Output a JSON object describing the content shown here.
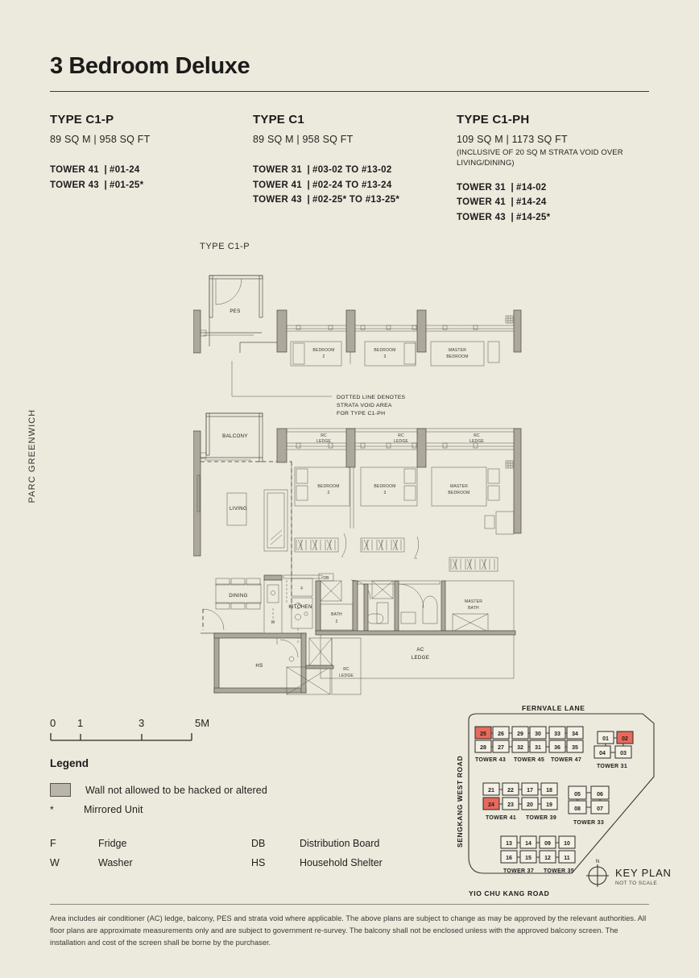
{
  "page": {
    "title": "3 Bedroom Deluxe",
    "side_label": "PARC GREENWICH",
    "bg_color": "#ece9dd",
    "accent_color": "#e8695c"
  },
  "types": [
    {
      "name": "TYPE C1-P",
      "area": "89 SQ M | 958 SQ FT",
      "note": "",
      "units": [
        {
          "tower": "TOWER 41",
          "unit": "#01-24"
        },
        {
          "tower": "TOWER 43",
          "unit": "#01-25*"
        }
      ]
    },
    {
      "name": "TYPE C1",
      "area": "89 SQ M | 958 SQ FT",
      "note": "",
      "units": [
        {
          "tower": "TOWER 31",
          "unit": "#03-02 TO #13-02"
        },
        {
          "tower": "TOWER 41",
          "unit": "#02-24 TO #13-24"
        },
        {
          "tower": "TOWER 43",
          "unit": "#02-25* TO #13-25*"
        }
      ]
    },
    {
      "name": "TYPE C1-PH",
      "area": "109 SQ M | 1173 SQ FT",
      "note": "(INCLUSIVE OF 20 SQ M STRATA VOID OVER LIVING/DINING)",
      "units": [
        {
          "tower": "TOWER 31",
          "unit": "#14-02"
        },
        {
          "tower": "TOWER 41",
          "unit": "#14-24"
        },
        {
          "tower": "TOWER 43",
          "unit": "#14-25*"
        }
      ]
    }
  ],
  "plan": {
    "upper_label": "TYPE C1-P",
    "callout": "DOTTED LINE DENOTES STRATA VOID AREA FOR TYPE C1-PH",
    "callout_lines": [
      "DOTTED LINE DENOTES",
      "STRATA VOID AREA",
      "FOR TYPE C1-PH"
    ],
    "upper_rooms": [
      {
        "label": "PES"
      },
      {
        "label": "BEDROOM 2"
      },
      {
        "label": "BEDROOM 3"
      },
      {
        "label": "MASTER BEDROOM"
      }
    ],
    "rooms": [
      {
        "label": "BALCONY"
      },
      {
        "label": "LIVING"
      },
      {
        "label": "DINING"
      },
      {
        "label": "KITCHEN"
      },
      {
        "label": "BEDROOM 2"
      },
      {
        "label": "BEDROOM 3"
      },
      {
        "label": "MASTER BEDROOM"
      },
      {
        "label": "MASTER BATH"
      },
      {
        "label": "BATH 2"
      },
      {
        "label": "AC LEDGE"
      },
      {
        "label": "RC LEDGE"
      },
      {
        "label": "HS"
      },
      {
        "label": "DB"
      },
      {
        "label": "F"
      },
      {
        "label": "W"
      }
    ]
  },
  "scale": {
    "ticks": [
      "0",
      "1",
      "3",
      "5M"
    ],
    "positions": [
      0,
      38,
      114,
      190
    ]
  },
  "legend": {
    "title": "Legend",
    "rows": [
      {
        "symbol": "swatch",
        "text": "Wall not allowed to be hacked or altered"
      },
      {
        "symbol": "*",
        "text": "Mirrored Unit"
      }
    ],
    "abbreviations": [
      {
        "key": "F",
        "value": "Fridge",
        "key2": "DB",
        "value2": "Distribution Board"
      },
      {
        "key": "W",
        "value": "Washer",
        "key2": "HS",
        "value2": "Household Shelter"
      }
    ]
  },
  "keyplan": {
    "title": "KEY PLAN",
    "subtitle": "NOT TO SCALE",
    "north": "N",
    "roads": {
      "top": "FERNVALE LANE",
      "left": "SENGKANG WEST ROAD",
      "bottom": "YIO CHU KANG ROAD"
    },
    "groups": [
      {
        "name": "group-north-west",
        "towers": [
          "TOWER 43",
          "TOWER 45",
          "TOWER 47"
        ],
        "top_units": [
          "25",
          "26",
          "29",
          "30",
          "33",
          "34"
        ],
        "bottom_units": [
          "28",
          "27",
          "32",
          "31",
          "36",
          "35"
        ],
        "highlighted": [
          "25"
        ]
      },
      {
        "name": "tower-31",
        "towers": [
          "TOWER 31"
        ],
        "top_units": [
          "01",
          "02"
        ],
        "bottom_units": [
          "04",
          "03"
        ],
        "highlighted": [
          "02"
        ]
      },
      {
        "name": "group-mid-west",
        "towers": [
          "TOWER 41",
          "TOWER 39"
        ],
        "top_units": [
          "21",
          "22",
          "17",
          "18"
        ],
        "bottom_units": [
          "24",
          "23",
          "20",
          "19"
        ],
        "highlighted": [
          "24"
        ]
      },
      {
        "name": "tower-33",
        "towers": [
          "TOWER 33"
        ],
        "top_units": [
          "05",
          "06"
        ],
        "bottom_units": [
          "08",
          "07"
        ],
        "highlighted": []
      },
      {
        "name": "group-south",
        "towers": [
          "TOWER 37",
          "TOWER 35"
        ],
        "top_units": [
          "13",
          "14",
          "09",
          "10"
        ],
        "bottom_units": [
          "16",
          "15",
          "12",
          "11"
        ],
        "highlighted": []
      }
    ]
  },
  "footer": "Area includes air conditioner (AC) ledge, balcony, PES and strata void where applicable. The above plans are subject to change as may be approved by the relevant authorities. All floor plans are approximate measurements only and are subject to government re-survey. The balcony shall not be enclosed unless with the approved balcony screen. The installation and cost of the screen shall be borne by the purchaser."
}
